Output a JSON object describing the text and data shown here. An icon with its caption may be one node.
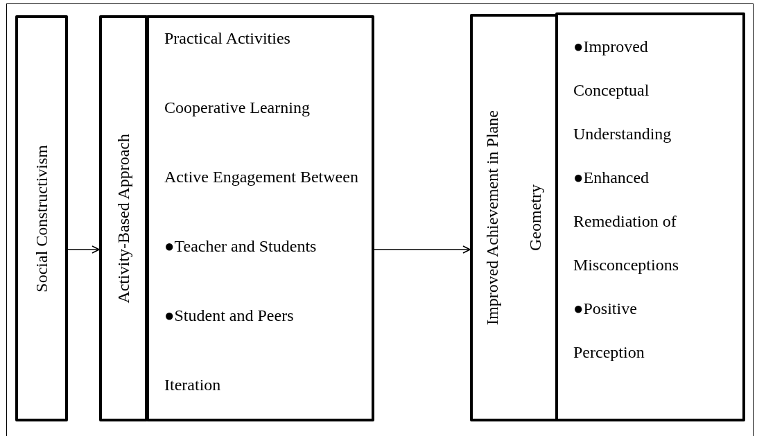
{
  "diagram": {
    "nodes": [
      {
        "text": [
          "Social Constructivism"
        ]
      },
      {
        "text": [
          "Activity-Based Approach"
        ]
      },
      {
        "text": [
          "Practical Activities",
          "Cooperative Learning",
          "Active Engagement Between",
          "●Teacher and Students",
          "●Student and Peers",
          "Iteration"
        ]
      },
      {
        "text": [
          "Improved Achievement in Plane Geometry"
        ]
      },
      {
        "text": [
          "●Improved Conceptual Understanding",
          "●Enhanced Remediation of Misconceptions",
          "●Positive Perception"
        ]
      }
    ],
    "edges": [
      {
        "from": 0,
        "to": 1,
        "arrow": "to"
      },
      {
        "from": 2,
        "to": 3,
        "arrow": "to"
      }
    ]
  }
}
